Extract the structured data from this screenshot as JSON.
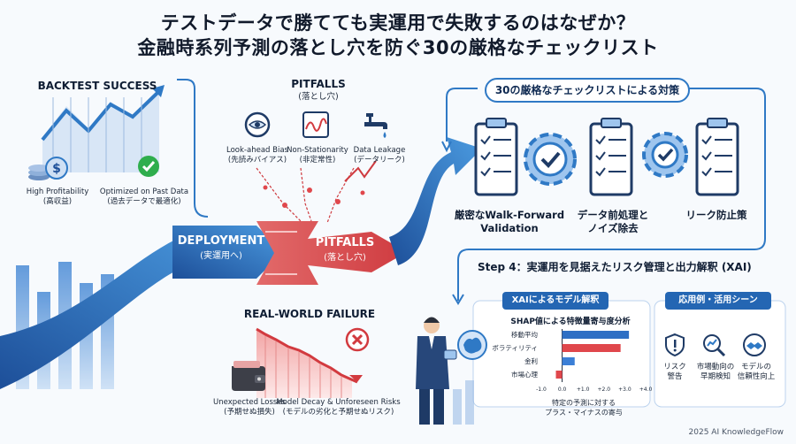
{
  "title_line1": "テストデータで勝てても実運用で失敗するのはなぜか？",
  "title_line2": "金融時系列予測の落とし穴を防ぐ30の厳格なチェックリスト",
  "backtest": {
    "heading": "BACKTEST SUCCESS",
    "item1_en": "High Profitability",
    "item1_jp": "(高収益)",
    "item2_en": "Optimized on Past Data",
    "item2_jp": "(過去データで最適化)"
  },
  "pitfalls_top": {
    "heading": "PITFALLS",
    "heading_jp": "(落とし穴)",
    "items": [
      {
        "en": "Look-ahead Bias",
        "jp": "(先読みバイアス)",
        "icon": "clock-eye-icon"
      },
      {
        "en": "Non-Stationarity",
        "jp": "(非定常性)",
        "icon": "wave-chart-icon"
      },
      {
        "en": "Data Leakage",
        "jp": "(データリーク)",
        "icon": "faucet-icon"
      }
    ]
  },
  "deployment": {
    "en": "DEPLOYMENT",
    "jp": "(実運用へ)"
  },
  "pitfalls_arrow": {
    "en": "PITFALLS",
    "jp": "(落とし穴)"
  },
  "failure": {
    "heading": "REAL-WORLD FAILURE",
    "item1_en": "Unexpected Losses",
    "item1_jp": "(予期せぬ損失)",
    "item2_en": "Model Decay & Unforeseen Risks",
    "item2_jp": "(モデルの劣化と予期せぬリスク)"
  },
  "checklist": {
    "banner": "30の厳格なチェックリストによる対策",
    "items": [
      {
        "line1": "厳密なWalk-Forward",
        "line2": "Validation"
      },
      {
        "line1": "データ前処理と",
        "line2": "ノイズ除去"
      },
      {
        "line1": "リーク防止策",
        "line2": ""
      }
    ]
  },
  "step4": {
    "heading": "Step 4：実運用を見据えたリスク管理と出力解釈 (XAI)",
    "xai_tag": "XAIによるモデル解釈",
    "apps_tag": "応用例・活用シーン",
    "chart_title": "SHAP値による特徴量寄与度分析",
    "chart_caption_1": "特定の予測に対する",
    "chart_caption_2": "プラス・マイナスの寄与",
    "apps": [
      {
        "line1": "リスク",
        "line2": "警告",
        "icon": "shield-alert-icon"
      },
      {
        "line1": "市場動向の",
        "line2": "早期検知",
        "icon": "magnifier-chart-icon"
      },
      {
        "line1": "モデルの",
        "line2": "信頼性向上",
        "icon": "handshake-icon"
      }
    ]
  },
  "chart_data": {
    "type": "bar",
    "orientation": "horizontal",
    "title": "SHAP値による特徴量寄与度分析",
    "categories": [
      "移動平均",
      "ボラティリティ",
      "金利",
      "市場心理"
    ],
    "values": [
      3.2,
      2.8,
      0.6,
      -0.3
    ],
    "xlim": [
      -1.0,
      4.0
    ],
    "xticks": [
      "-1.0",
      "0.0",
      "+1.0",
      "+2.0",
      "+3.0",
      "+4.0"
    ],
    "colors": {
      "positive_strong": "#2e6fc4",
      "positive_second": "#e0474c",
      "positive_small": "#3b7fd6",
      "negative": "#e0474c"
    }
  },
  "colors": {
    "accent_blue": "#2f79c5",
    "alert_red": "#e0474c",
    "success_green": "#2fae4d"
  },
  "footer": "2025 AI KnowledgeFlow"
}
